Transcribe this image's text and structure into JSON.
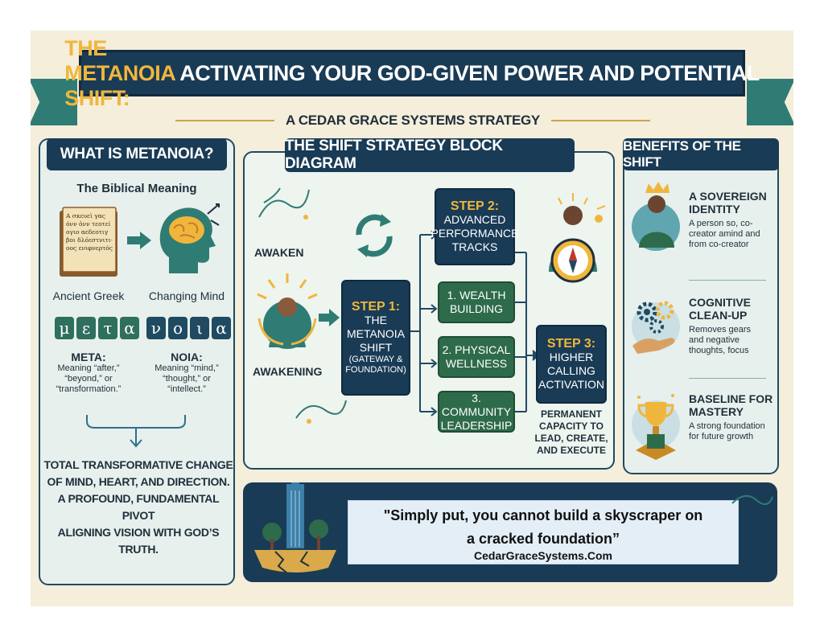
{
  "header": {
    "title_part1": "THE METANOIA SHIFT:",
    "title_part2": " ACTIVATING YOUR GOD-GIVEN POWER AND POTENTIAL",
    "subtitle": "A CEDAR GRACE SYSTEMS STRATEGY"
  },
  "left_panel": {
    "heading": "WHAT IS METANOIA?",
    "subheading": "The Biblical Meaning",
    "book_lines": [
      "A σκευεὶ γας",
      "όνν ὀνν τεοτεί",
      "ογιο αεδεοτιγ",
      "βοι δλόεστνιτι·",
      "οος ενιφνερτός"
    ],
    "ancient_label": "Ancient Greek",
    "changing_label": "Changing Mind",
    "meta_letters": [
      "μ",
      "ε",
      "τ",
      "α"
    ],
    "noia_letters": [
      "ν",
      "ο",
      "ι",
      "α"
    ],
    "meta_title": "META:",
    "meta_desc_1": "Meaning “after,”",
    "meta_desc_2": "“beyond,” or",
    "meta_desc_3": "“transformation.”",
    "noia_title": "NOIA:",
    "noia_desc_1": "Meaning “mind,”",
    "noia_desc_2": "“thought,” or",
    "noia_desc_3": "“intellect.”",
    "summary_1": "TOTAL TRANSFORMATIVE CHANGE",
    "summary_2": "OF MIND, HEART, AND DIRECTION.",
    "summary_3": "A PROFOUND, FUNDAMENTAL PIVOT",
    "summary_4": "ALIGNING VISION WITH GOD’S TRUTH."
  },
  "center_panel": {
    "heading": "THE SHIFT STRATEGY BLOCK DIAGRAM",
    "awaken": "AWAKEN",
    "awakening": "AWAKENING",
    "step1": {
      "label": "STEP 1:",
      "line1": "THE",
      "line2": "METANOIA",
      "line3": "SHIFT",
      "note1": "(GATEWAY &",
      "note2": "FOUNDATION)"
    },
    "step2": {
      "label": "STEP 2:",
      "line1": "ADVANCED",
      "line2": "PERFORMANCE",
      "line3": "TRACKS"
    },
    "tracks": [
      {
        "l1": "1. WEALTH",
        "l2": "BUILDING"
      },
      {
        "l1": "2. PHYSICAL",
        "l2": "WELLNESS"
      },
      {
        "l1": "3. COMMUNITY",
        "l2": "LEADERSHIP"
      }
    ],
    "step3": {
      "label": "STEP 3:",
      "line1": "HIGHER",
      "line2": "CALLING",
      "line3": "ACTIVATION"
    },
    "outcome_1": "PERMANENT",
    "outcome_2": "CAPACITY TO",
    "outcome_3": "LEAD, CREATE,",
    "outcome_4": "AND EXECUTE"
  },
  "right_panel": {
    "heading": "BENEFITS OF THE SHIFT",
    "benefits": [
      {
        "t1": "A SOVEREIGN",
        "t2": "IDENTITY",
        "d1": "A person so, co-",
        "d2": "creator amind and",
        "d3": "from co-creator",
        "icon": "crowned-person-icon"
      },
      {
        "t1": "COGNITIVE",
        "t2": "CLEAN-UP",
        "d1": "Removes gears",
        "d2": "and negative",
        "d3": "thoughts, focus",
        "icon": "gears-hand-icon"
      },
      {
        "t1": "BASELINE FOR",
        "t2": "MASTERY",
        "d1": "A strong foundation",
        "d2": "for future growth",
        "d3": "",
        "icon": "trophy-icon"
      }
    ]
  },
  "bottom": {
    "quote_1": "\"Simply put, you cannot build a skyscraper on",
    "quote_2": "a cracked foundation”",
    "site": "CedarGraceSystems.Com"
  },
  "colors": {
    "navy": "#193b55",
    "teal": "#2f7c74",
    "gold": "#f0b63c",
    "green": "#2e6b4b",
    "cream": "#f5eedb"
  }
}
